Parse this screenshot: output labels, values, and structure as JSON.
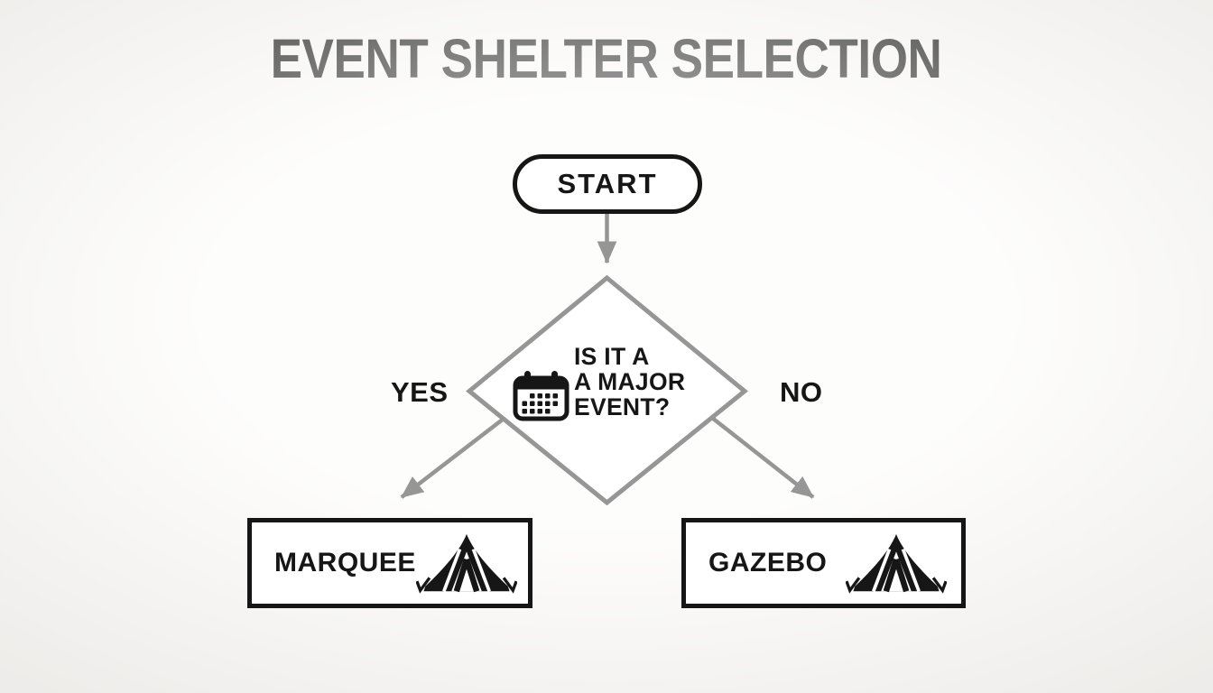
{
  "page": {
    "title": "EVENT SHELTER SELECTION"
  },
  "colors": {
    "ink": "#161616",
    "background": "#fbfaf8",
    "node_fill": "#ffffff"
  },
  "flowchart": {
    "start": {
      "label": "START"
    },
    "decision": {
      "icon": "calendar-icon",
      "question_lines": [
        "IS IT A",
        "A MAJOR",
        "EVENT?"
      ]
    },
    "branches": {
      "yes": {
        "label": "YES"
      },
      "no": {
        "label": "NO"
      }
    },
    "outcomes": [
      {
        "label": "MARQUEE",
        "icon": "tent-icon"
      },
      {
        "label": "GAZEBO",
        "icon": "tent-icon"
      }
    ]
  }
}
